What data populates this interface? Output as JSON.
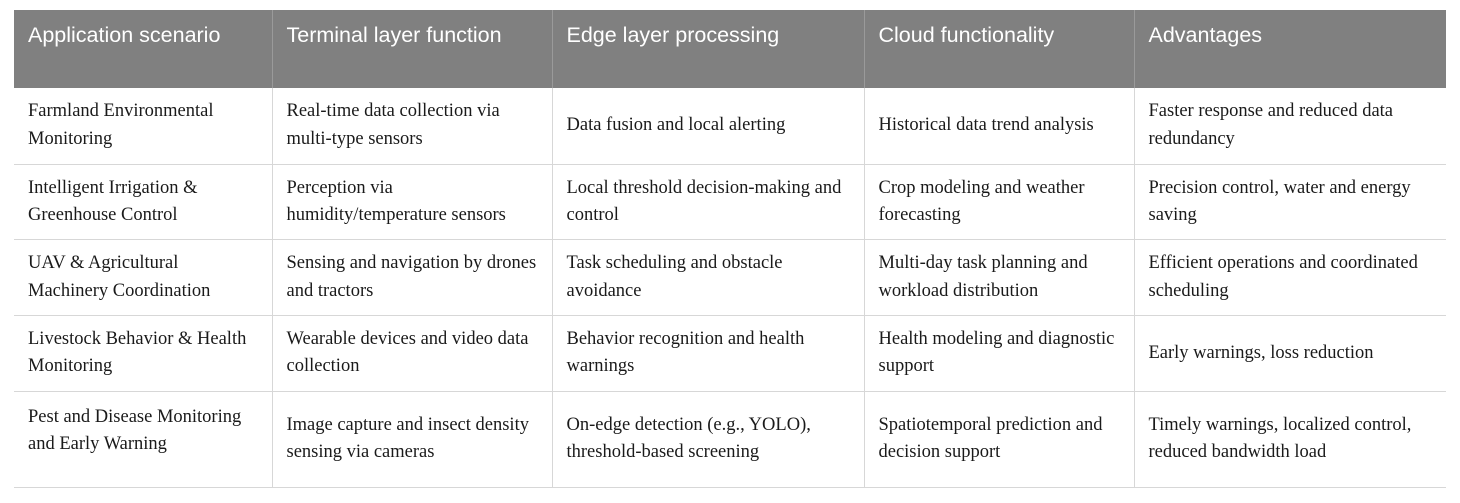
{
  "table": {
    "columns": [
      {
        "id": "application-scenario",
        "label": "Application scenario"
      },
      {
        "id": "terminal-layer-function",
        "label": "Terminal layer function"
      },
      {
        "id": "edge-layer-processing",
        "label": "Edge layer processing"
      },
      {
        "id": "cloud-functionality",
        "label": "Cloud functionality"
      },
      {
        "id": "advantages",
        "label": "Advantages"
      }
    ],
    "rows": [
      {
        "application_scenario": "Farmland Environmental Monitoring",
        "terminal_layer_function": "Real-time data collection via multi-type sensors",
        "edge_layer_processing": "Data fusion and local alerting",
        "cloud_functionality": "Historical data trend analysis",
        "advantages": "Faster response and reduced data redundancy"
      },
      {
        "application_scenario": "Intelligent Irrigation & Greenhouse Control",
        "terminal_layer_function": "Perception via humidity/temperature sensors",
        "edge_layer_processing": "Local threshold decision-making and control",
        "cloud_functionality": "Crop modeling and weather forecasting",
        "advantages": "Precision control, water and energy saving"
      },
      {
        "application_scenario": "UAV & Agricultural Machinery Coordination",
        "terminal_layer_function": "Sensing and navigation by drones and tractors",
        "edge_layer_processing": "Task scheduling and obstacle avoidance",
        "cloud_functionality": "Multi-day task planning and workload distribution",
        "advantages": "Efficient operations and coordinated scheduling"
      },
      {
        "application_scenario": "Livestock Behavior & Health Monitoring",
        "terminal_layer_function": "Wearable devices and video data collection",
        "edge_layer_processing": "Behavior recognition and health warnings",
        "cloud_functionality": "Health modeling and diagnostic support",
        "advantages": "Early warnings, loss reduction"
      },
      {
        "application_scenario": "Pest and Disease Monitoring and Early Warning",
        "terminal_layer_function": "Image capture and insect density sensing via cameras",
        "edge_layer_processing": "On-edge detection (e.g., YOLO), threshold-based screening",
        "cloud_functionality": "Spatiotemporal prediction and decision support",
        "advantages": "Timely warnings, localized control, reduced bandwidth load"
      }
    ]
  },
  "colors": {
    "header_background": "#808080",
    "header_text": "#ffffff",
    "body_text": "#1a1a1a",
    "border": "#d7d7d7",
    "page_background": "#ffffff"
  }
}
